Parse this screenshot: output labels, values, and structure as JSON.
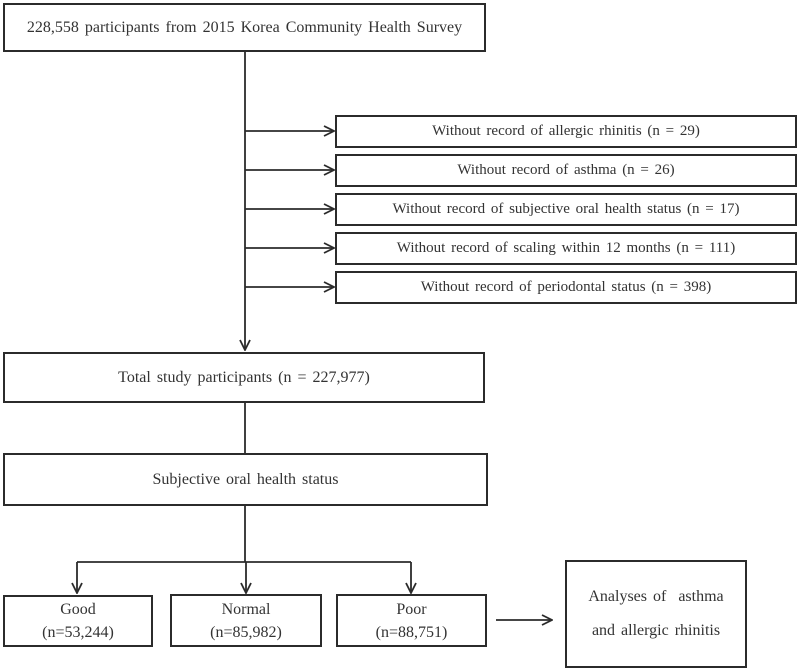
{
  "colors": {
    "ink": "#2b2b2b",
    "text": "#333333",
    "background": "#ffffff"
  },
  "flowchart": {
    "source_box": "228,558 participants from 2015 Korea Community Health Survey",
    "exclusion_boxes": [
      "Without record of allergic rhinitis (n = 29)",
      "Without record of asthma (n = 26)",
      "Without record of subjective oral health status (n = 17)",
      "Without record of scaling within 12 months (n = 111)",
      "Without record of periodontal status (n = 398)"
    ],
    "total_box": "Total study participants (n = 227,977)",
    "status_box": "Subjective oral health status",
    "group_boxes": [
      {
        "label": "Good",
        "count": "(n=53,244)"
      },
      {
        "label": "Normal",
        "count": "(n=85,982)"
      },
      {
        "label": "Poor",
        "count": "(n=88,751)"
      }
    ],
    "analysis_box": {
      "line1": "Analyses of  asthma",
      "line2": "and allergic rhinitis"
    }
  }
}
